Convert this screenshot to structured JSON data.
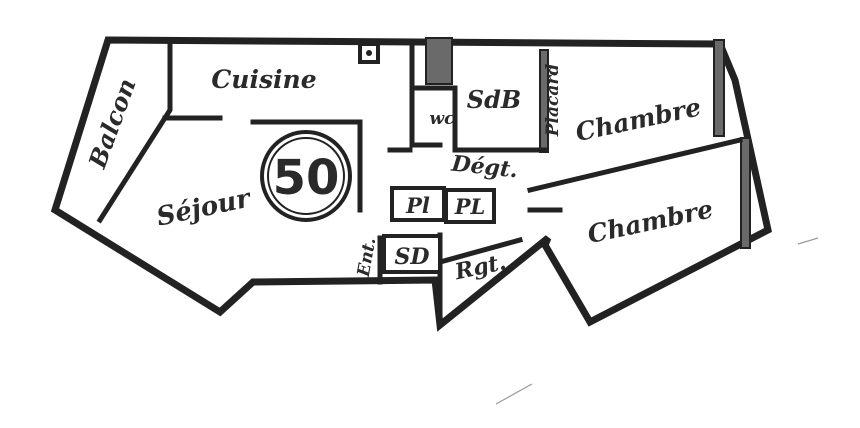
{
  "rooms": {
    "balcon": "Balcon",
    "cuisine": "Cuisine",
    "sejour": "Séjour",
    "sdb": "SdB",
    "placard": "Placard",
    "chambre_1": "Chambre",
    "chambre_2": "Chambre",
    "wc": "wc",
    "degt": "Dégt.",
    "entree": "Ent.",
    "rgt": "Rgt.",
    "pl_1": "Pl",
    "pl_2": "PL",
    "sd": "SD"
  },
  "area_marker": "50",
  "colors": {
    "ink": "#222222",
    "paper": "#ffffff"
  }
}
